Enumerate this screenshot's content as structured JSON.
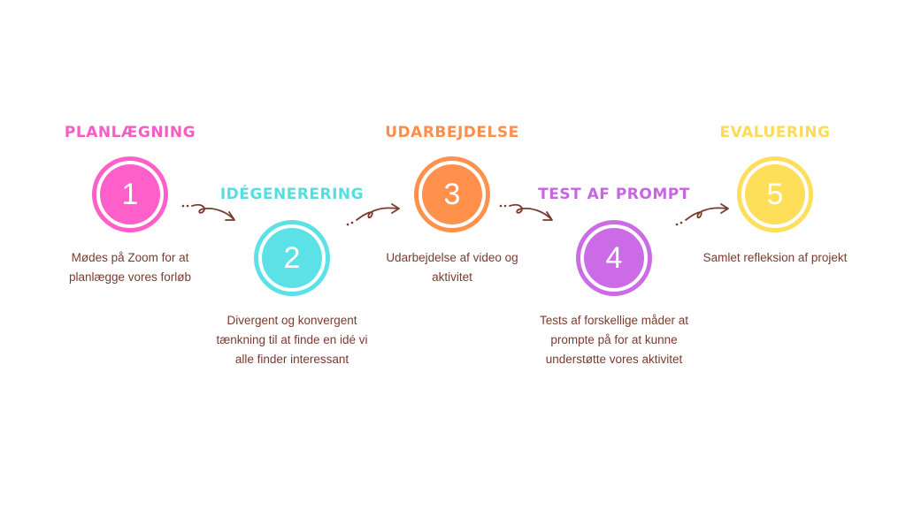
{
  "steps": [
    {
      "number": "1",
      "title": "PLANLÆGNING",
      "description": "Mødes på Zoom for at planlægge vores forløb",
      "color": "#ff5fc8",
      "title_color": "#f55cc4"
    },
    {
      "number": "2",
      "title": "IDÉGENERERING",
      "description": "Divergent og konvergent tænkning til at finde en idé vi alle finder interessant",
      "color": "#5ce1e6",
      "title_color": "#56dde2"
    },
    {
      "number": "3",
      "title": "UDARBEJDELSE",
      "description": "Udarbejdelse af video og aktivitet",
      "color": "#ff914d",
      "title_color": "#ff8e4a"
    },
    {
      "number": "4",
      "title": "TEST AF PROMPT",
      "description": "Tests af forskellige måder at prompte på for at kunne understøtte vores aktivitet",
      "color": "#cb6ce6",
      "title_color": "#c766e3"
    },
    {
      "number": "5",
      "title": "EVALUERING",
      "description": "Samlet refleksion af projekt",
      "color": "#ffde59",
      "title_color": "#fddb57"
    }
  ],
  "arrow_color": "#7a3b2e",
  "text_color": "#7a3b2e"
}
